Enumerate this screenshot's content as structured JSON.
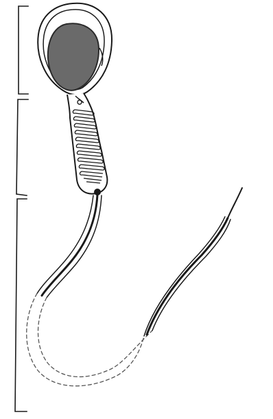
{
  "diagram": {
    "subject": "sperm-cell-line-drawing",
    "labels": [],
    "regions": [
      {
        "name": "head",
        "fill": "#6a6a6a"
      },
      {
        "name": "midpiece",
        "pattern": "helical-coil"
      },
      {
        "name": "tail",
        "visible_parts": "solid-with-dashed-middle"
      }
    ],
    "region_brackets": 3
  },
  "colors": {
    "background": "#ffffff",
    "ink": "#1a1a1a",
    "nucleus": "#6a6a6a",
    "dashed": "#555555"
  }
}
